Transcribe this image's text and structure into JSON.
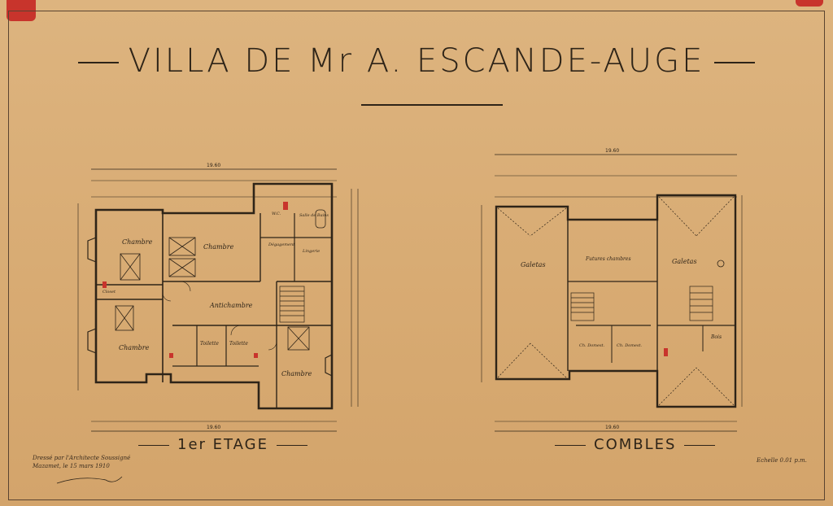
{
  "title": {
    "text": "VILLA DE Mr A. ESCANDE-AUGE"
  },
  "plans": {
    "first_floor": {
      "caption": "1er ETAGE",
      "overall_width": "19.60",
      "rooms": {
        "chambre_top_left": "Chambre",
        "chambre_top_mid": "Chambre",
        "antichambre": "Antichambre",
        "chambre_bottom_left": "Chambre",
        "chambre_bottom_right": "Chambre",
        "toilette_1": "Toilette",
        "toilette_2": "Toilette",
        "bains": "Salle de Bains",
        "degagement": "Dégagement",
        "lingerie": "Lingerie",
        "closet": "Closet",
        "wc": "W.C."
      }
    },
    "attic": {
      "caption": "COMBLES",
      "overall_width": "19.60",
      "rooms": {
        "galetas_left": "Galetas",
        "galetas_right": "Galetas",
        "futures_chambres": "Futures chambres",
        "chambre_domestique_1": "Ch. Domest.",
        "chambre_domestique_2": "Ch. Domest.",
        "bois": "Bois"
      }
    }
  },
  "signature": {
    "line1": "Dressé par l'Architecte Soussigné",
    "line2": "Mazamet, le 15 mars 1910"
  },
  "scale_note": "Echelle 0.01 p.m.",
  "colors": {
    "paper": "#d9ae78",
    "ink": "#2e2418",
    "accent_red": "#c8342c"
  }
}
